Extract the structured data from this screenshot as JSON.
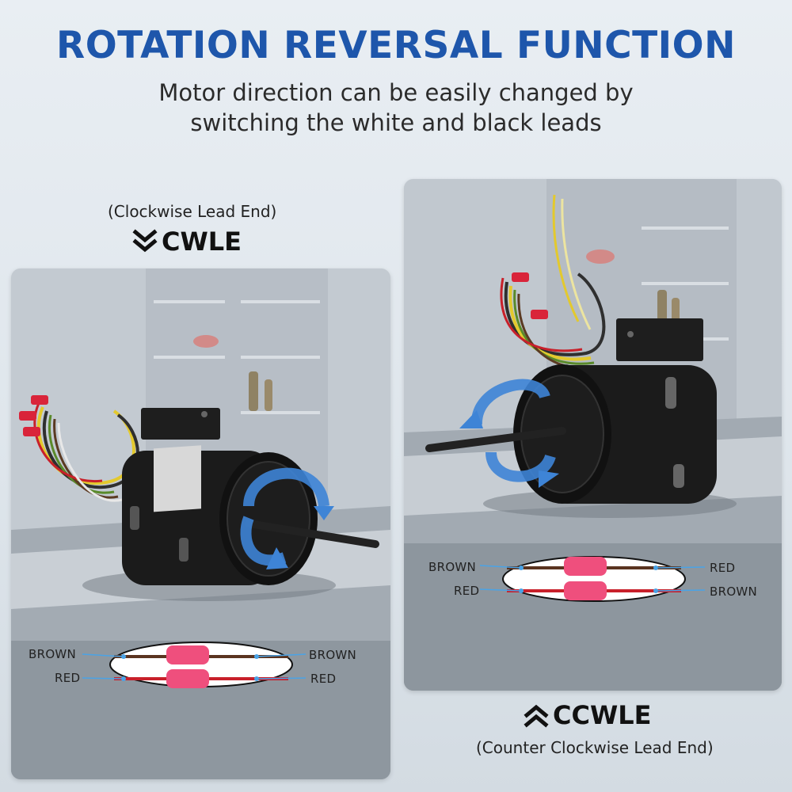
{
  "header": {
    "title": "ROTATION REVERSAL FUNCTION",
    "subtitle_line1": "Motor direction can be easily changed by",
    "subtitle_line2": "switching the white and black leads"
  },
  "left_panel": {
    "caption": "(Clockwise Lead End)",
    "label": "CWLE",
    "icon": "double-chevron-down-icon",
    "wire_left_top": "BROWN",
    "wire_left_bottom": "RED",
    "wire_right_top": "BROWN",
    "wire_right_bottom": "RED"
  },
  "right_panel": {
    "caption": "(Counter Clockwise Lead End)",
    "label": "CCWLE",
    "icon": "double-chevron-up-icon",
    "wire_left_top": "BROWN",
    "wire_left_bottom": "RED",
    "wire_right_top": "RED",
    "wire_right_bottom": "BROWN"
  },
  "colors": {
    "title": "#1e56ab",
    "brown_wire": "#5a3420",
    "red_wire": "#c8202a",
    "connector": "#ef4f7d",
    "arrow": "#3e84d6",
    "leader_dot": "#4aa3e6"
  }
}
